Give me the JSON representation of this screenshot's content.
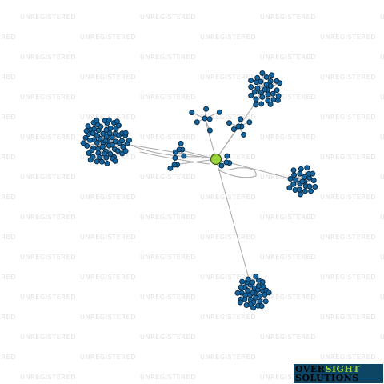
{
  "watermark_text": "UNREGISTERED",
  "logo": {
    "part1": "OVER",
    "part2": "SIGHT",
    "line2": "SOLUTIONS"
  },
  "colors": {
    "node": "#1565a0",
    "node_stroke": "#0a2c47",
    "focus_node": "#9ad33c",
    "edge": "#a8a8a8",
    "logo_bg": "#0c4664",
    "logo_accent": "#9ad33c"
  },
  "graph": {
    "focus": "company",
    "hubs": [
      {
        "id": "hub-west",
        "leaf_count": 70
      },
      {
        "id": "hub-northeast",
        "leaf_count": 30
      },
      {
        "id": "hub-east",
        "leaf_count": 24
      },
      {
        "id": "hub-south",
        "leaf_count": 38
      },
      {
        "id": "mid-1",
        "leaf_count": 4
      },
      {
        "id": "mid-2",
        "leaf_count": 6
      },
      {
        "id": "mid-3",
        "leaf_count": 6
      },
      {
        "id": "mid-4",
        "leaf_count": 3
      },
      {
        "id": "mid-5",
        "leaf_count": 3
      }
    ]
  }
}
